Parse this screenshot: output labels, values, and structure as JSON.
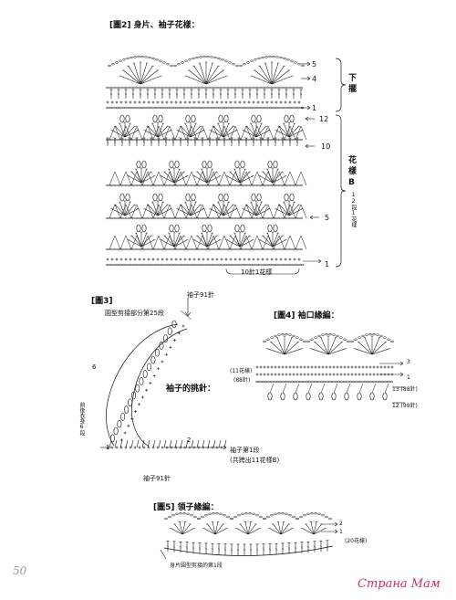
{
  "fig2": {
    "title": "[圖2] 身片、袖子花樣：",
    "bottom_note": "10針1花樣",
    "rows": [
      "5",
      "4",
      "1",
      "12",
      "10",
      "5",
      "1"
    ],
    "section_lower": "下擺",
    "section_pattern": "花樣B",
    "section_pattern_note": "12段1花樣"
  },
  "fig3": {
    "title": "[圖3]",
    "top_note": "袖子91針",
    "seam_note": "圓型剪接部分第25段",
    "pickup_label": "袖子的挑針：",
    "front_note": "前後衣身6段",
    "row6": "6",
    "row1": "1",
    "row2": "2",
    "sleeve_row_note": "袖子第1段",
    "sleeve_row_note2": "(共跨出11花樣B)",
    "bottom_note": "袖子91針"
  },
  "fig4": {
    "title": "[圖4] 袖口緣編：",
    "rep_note": "(11花樣)",
    "st_note": "(88針)",
    "r3": "3",
    "r1": "1",
    "r13": "13 (88針)",
    "r12": "12 (99針)"
  },
  "fig5": {
    "title": "[圖5] 領子緣編：",
    "r2": "2",
    "r1": "1",
    "rep_note": "(20花樣)",
    "bottom_note": "身片圓型剪接的第1段"
  },
  "page_number": "50",
  "watermark": "Страна Мам",
  "colors": {
    "ink": "#111111",
    "page_num": "#9a9a9a",
    "watermark": "#d12a6b"
  }
}
